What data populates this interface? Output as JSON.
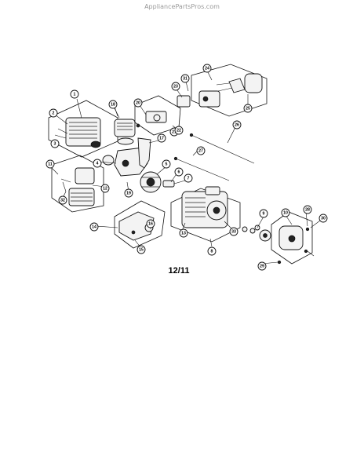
{
  "watermark": "AppliancePartsPros.com",
  "page_label": "12/11",
  "callouts": [
    "1",
    "2",
    "3",
    "4",
    "5",
    "6",
    "7",
    "8",
    "9",
    "10",
    "11",
    "12",
    "13",
    "14",
    "15",
    "16",
    "17",
    "18",
    "19",
    "20",
    "21",
    "22",
    "23",
    "24",
    "25",
    "26",
    "27",
    "28",
    "29",
    "30",
    "31",
    "32",
    "33"
  ]
}
